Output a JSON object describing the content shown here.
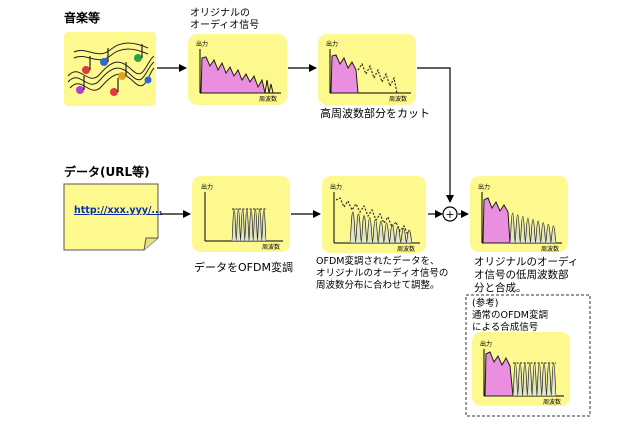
{
  "labels": {
    "music_title": "音楽等",
    "original_audio": "オリジナルの\nオーディオ信号",
    "cut_high": "高周波数部分をカット",
    "data_title": "データ(URL等)",
    "url_text": "http://xxx.yyy/...",
    "ofdm_modulation": "データをOFDM変調",
    "ofdm_adjust": "OFDM変調されたデータを、\nオリジナルのオーディオ信号の\n周波数分布に合わせて調整。",
    "combine": "オリジナルのオーディ\nオ信号の低周波数部\n分と合成。",
    "reference": "(参考)\n通常のOFDM変調\nによる合成信号",
    "axis_output": "出力",
    "axis_freq": "周波数",
    "plus_sign": "+"
  },
  "colors": {
    "panel_fill": "#fdf98f",
    "spectrum_fill": "#ea8fe0",
    "spectrum_line": "#1c1c1c",
    "ofdm_fill": "#cfd8ec",
    "url_text": "#0a2fa6",
    "arrow": "#000000"
  },
  "icons": {
    "music": "music-notes-icon",
    "document": "document-icon",
    "adder": "plus-circle-icon"
  }
}
